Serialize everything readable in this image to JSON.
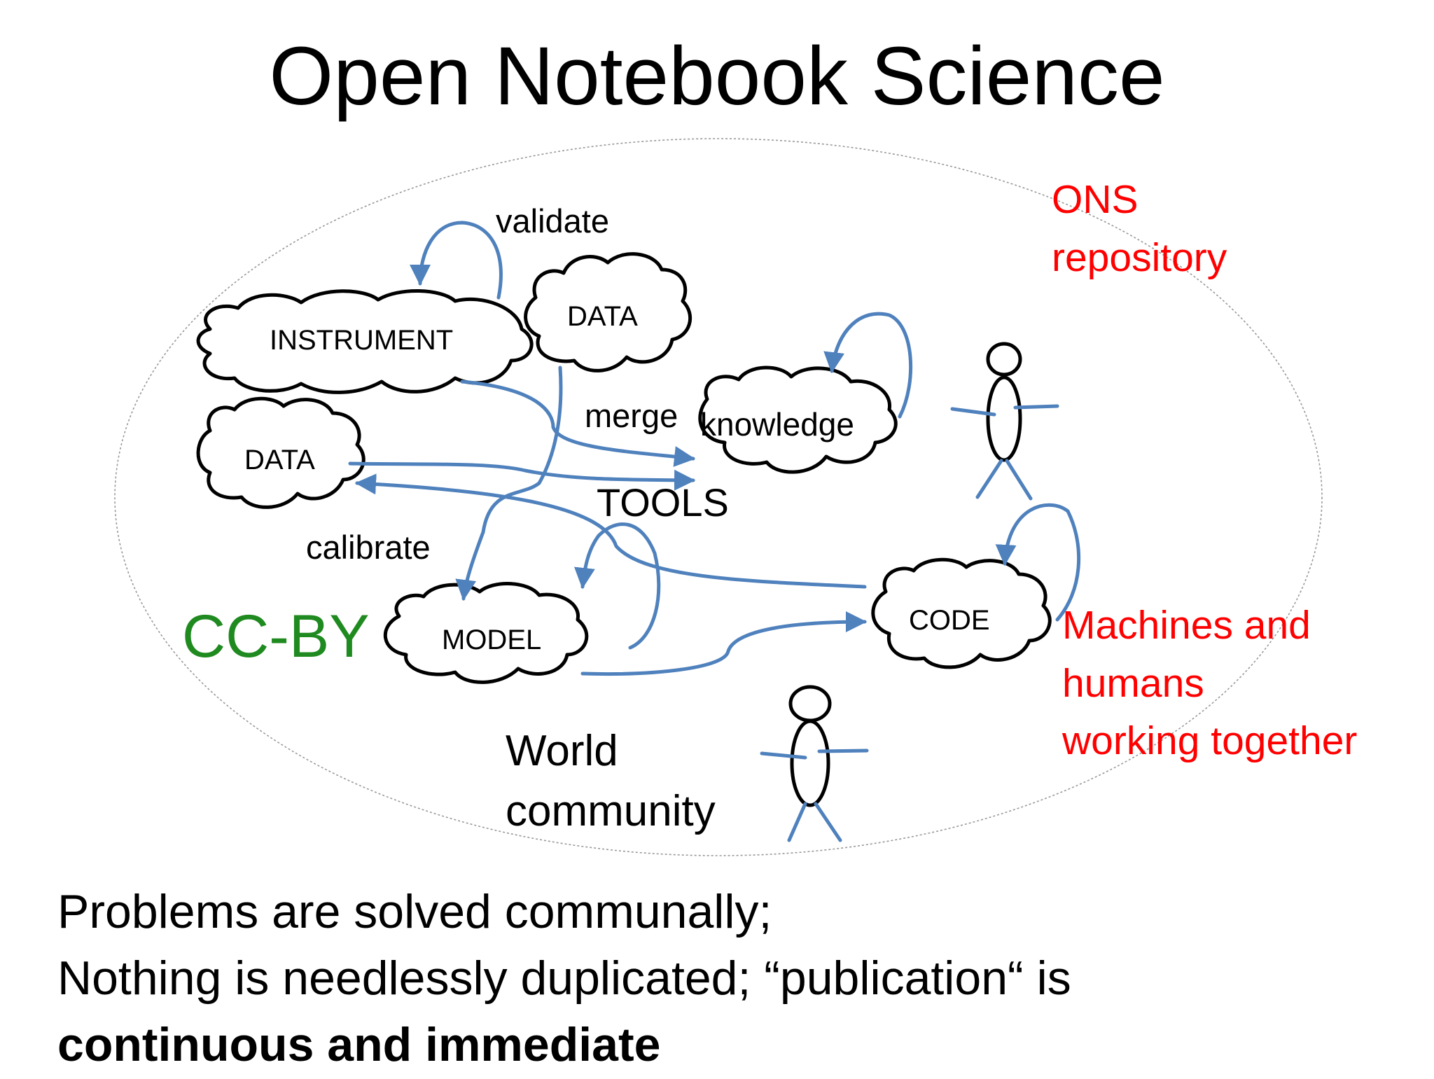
{
  "title": "Open Notebook Science",
  "labels": {
    "validate": "validate",
    "merge": "merge",
    "calibrate": "calibrate",
    "tools": "TOOLS",
    "cc_by": "CC-BY",
    "world_line1": "World",
    "world_line2": "community"
  },
  "clouds": {
    "instrument": "INSTRUMENT",
    "data_top": "DATA",
    "data_left": "DATA",
    "knowledge": "knowledge",
    "model": "MODEL",
    "code": "CODE"
  },
  "red_notes": {
    "ons_line1": "ONS",
    "ons_line2": "repository",
    "machines_line1": "Machines and",
    "machines_line2": "humans",
    "machines_line3": "working together"
  },
  "bottom_text": {
    "line1": "Problems are solved communally;",
    "line2": "Nothing is needlessly duplicated; “publication“ is",
    "line3": "continuous and immediate"
  },
  "colors": {
    "arrow": "#4f81bd",
    "red_text": "#ff0000",
    "cc_by": "#1f8a1f",
    "figure": "#4f81bd"
  }
}
